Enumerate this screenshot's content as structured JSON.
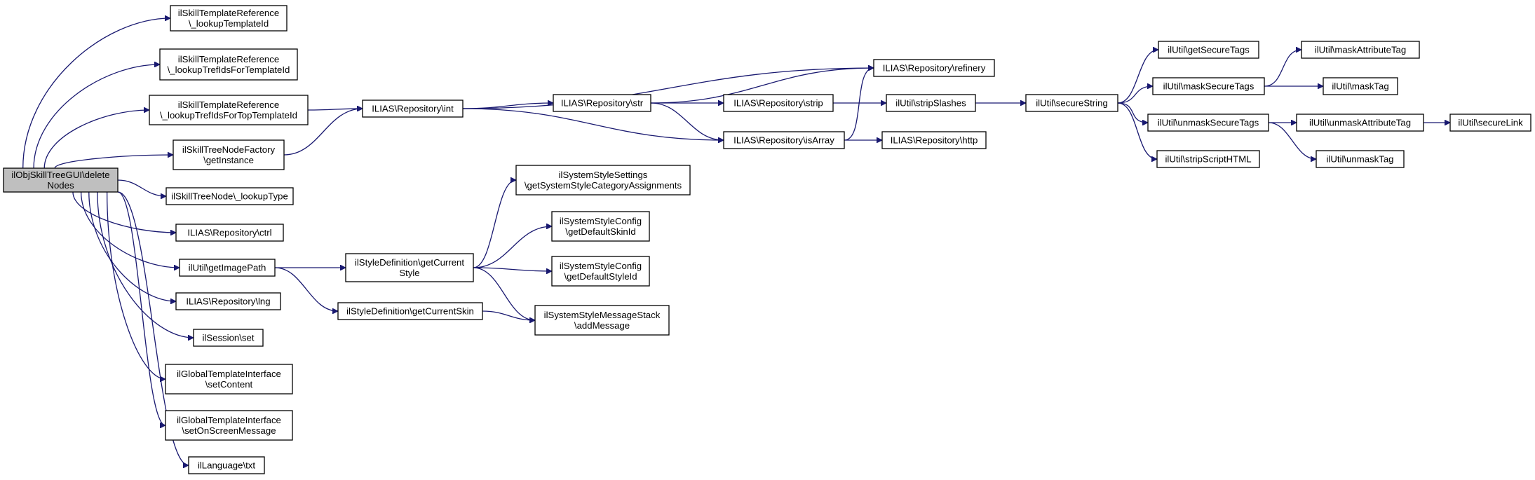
{
  "graph": {
    "title": "",
    "edge_color": "#191970",
    "root_fill": "#bfbfbf",
    "nodes": [
      {
        "id": "root",
        "lines": [
          "ilObjSkillTreeGUI\\delete",
          "Nodes"
        ],
        "root": true
      },
      {
        "id": "n1",
        "lines": [
          "ilSkillTemplateReference",
          "\\_lookupTemplateId"
        ]
      },
      {
        "id": "n2",
        "lines": [
          "ilSkillTemplateReference",
          "\\_lookupTrefIdsForTemplateId"
        ]
      },
      {
        "id": "n3",
        "lines": [
          "ilSkillTemplateReference",
          "\\_lookupTrefIdsForTopTemplateId"
        ]
      },
      {
        "id": "n4",
        "lines": [
          "ilSkillTreeNodeFactory",
          "\\getInstance"
        ]
      },
      {
        "id": "n5",
        "lines": [
          "ilSkillTreeNode\\_lookupType"
        ]
      },
      {
        "id": "n6",
        "lines": [
          "ILIAS\\Repository\\ctrl"
        ]
      },
      {
        "id": "n7",
        "lines": [
          "ilUtil\\getImagePath"
        ]
      },
      {
        "id": "n8",
        "lines": [
          "ILIAS\\Repository\\lng"
        ]
      },
      {
        "id": "n9",
        "lines": [
          "ilSession\\set"
        ]
      },
      {
        "id": "n10",
        "lines": [
          "ilGlobalTemplateInterface",
          "\\setContent"
        ]
      },
      {
        "id": "n11",
        "lines": [
          "ilGlobalTemplateInterface",
          "\\setOnScreenMessage"
        ]
      },
      {
        "id": "n12",
        "lines": [
          "ilLanguage\\txt"
        ]
      },
      {
        "id": "int",
        "lines": [
          "ILIAS\\Repository\\int"
        ]
      },
      {
        "id": "gcs",
        "lines": [
          "ilStyleDefinition\\getCurrent",
          "Style"
        ]
      },
      {
        "id": "gcskin",
        "lines": [
          "ilStyleDefinition\\getCurrentSkin"
        ]
      },
      {
        "id": "sss",
        "lines": [
          "ilSystemStyleSettings",
          "\\getSystemStyleCategoryAssignments"
        ]
      },
      {
        "id": "gdsk",
        "lines": [
          "ilSystemStyleConfig",
          "\\getDefaultSkinId"
        ]
      },
      {
        "id": "gdst",
        "lines": [
          "ilSystemStyleConfig",
          "\\getDefaultStyleId"
        ]
      },
      {
        "id": "msg",
        "lines": [
          "ilSystemStyleMessageStack",
          "\\addMessage"
        ]
      },
      {
        "id": "str",
        "lines": [
          "ILIAS\\Repository\\str"
        ]
      },
      {
        "id": "refinery",
        "lines": [
          "ILIAS\\Repository\\refinery"
        ]
      },
      {
        "id": "strip",
        "lines": [
          "ILIAS\\Repository\\strip"
        ]
      },
      {
        "id": "isArray",
        "lines": [
          "ILIAS\\Repository\\isArray"
        ]
      },
      {
        "id": "http",
        "lines": [
          "ILIAS\\Repository\\http"
        ]
      },
      {
        "id": "stripSlashes",
        "lines": [
          "ilUtil\\stripSlashes"
        ]
      },
      {
        "id": "secureString",
        "lines": [
          "ilUtil\\secureString"
        ]
      },
      {
        "id": "getSecureTags",
        "lines": [
          "ilUtil\\getSecureTags"
        ]
      },
      {
        "id": "maskSecureTags",
        "lines": [
          "ilUtil\\maskSecureTags"
        ]
      },
      {
        "id": "unmaskSecureTags",
        "lines": [
          "ilUtil\\unmaskSecureTags"
        ]
      },
      {
        "id": "stripScriptHTML",
        "lines": [
          "ilUtil\\stripScriptHTML"
        ]
      },
      {
        "id": "maskAttributeTag",
        "lines": [
          "ilUtil\\maskAttributeTag"
        ]
      },
      {
        "id": "maskTag",
        "lines": [
          "ilUtil\\maskTag"
        ]
      },
      {
        "id": "unmaskAttributeTag",
        "lines": [
          "ilUtil\\unmaskAttributeTag"
        ]
      },
      {
        "id": "unmaskTag",
        "lines": [
          "ilUtil\\unmaskTag"
        ]
      },
      {
        "id": "secureLink",
        "lines": [
          "ilUtil\\secureLink"
        ]
      }
    ],
    "edges": [
      [
        "root",
        "n1"
      ],
      [
        "root",
        "n2"
      ],
      [
        "root",
        "n3"
      ],
      [
        "root",
        "n4"
      ],
      [
        "root",
        "n5"
      ],
      [
        "root",
        "n6"
      ],
      [
        "root",
        "n7"
      ],
      [
        "root",
        "n8"
      ],
      [
        "root",
        "n9"
      ],
      [
        "root",
        "n10"
      ],
      [
        "root",
        "n11"
      ],
      [
        "root",
        "n12"
      ],
      [
        "n3",
        "int"
      ],
      [
        "n4",
        "int"
      ],
      [
        "n7",
        "gcs"
      ],
      [
        "n7",
        "gcskin"
      ],
      [
        "gcs",
        "sss"
      ],
      [
        "gcs",
        "gdsk"
      ],
      [
        "gcs",
        "gdst"
      ],
      [
        "gcs",
        "msg"
      ],
      [
        "gcskin",
        "msg"
      ],
      [
        "int",
        "refinery"
      ],
      [
        "int",
        "str"
      ],
      [
        "int",
        "isArray"
      ],
      [
        "str",
        "refinery"
      ],
      [
        "str",
        "strip"
      ],
      [
        "str",
        "isArray"
      ],
      [
        "strip",
        "stripSlashes"
      ],
      [
        "isArray",
        "refinery"
      ],
      [
        "isArray",
        "http"
      ],
      [
        "stripSlashes",
        "secureString"
      ],
      [
        "secureString",
        "getSecureTags"
      ],
      [
        "secureString",
        "maskSecureTags"
      ],
      [
        "secureString",
        "unmaskSecureTags"
      ],
      [
        "secureString",
        "stripScriptHTML"
      ],
      [
        "maskSecureTags",
        "maskAttributeTag"
      ],
      [
        "maskSecureTags",
        "maskTag"
      ],
      [
        "unmaskSecureTags",
        "unmaskAttributeTag"
      ],
      [
        "unmaskSecureTags",
        "unmaskTag"
      ],
      [
        "unmaskAttributeTag",
        "secureLink"
      ]
    ]
  }
}
